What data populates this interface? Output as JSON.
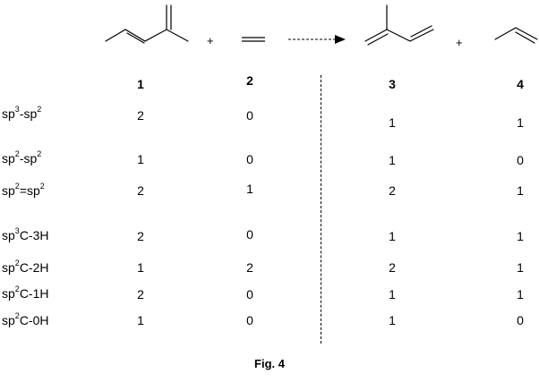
{
  "operators": {
    "plus_left": "+",
    "plus_right": "+"
  },
  "compound_numbers": [
    "1",
    "2",
    "3",
    "4"
  ],
  "rows": [
    {
      "pre": "sp",
      "s1": "3",
      "mid": "-sp",
      "s2": "2",
      "post": "",
      "values": [
        "2",
        "0",
        "1",
        "1"
      ]
    },
    {
      "pre": "sp",
      "s1": "2",
      "mid": "-sp",
      "s2": "2",
      "post": "",
      "values": [
        "1",
        "0",
        "1",
        "0"
      ]
    },
    {
      "pre": "sp",
      "s1": "2",
      "mid": "=sp",
      "s2": "2",
      "post": "",
      "values": [
        "2",
        "1",
        "2",
        "1"
      ]
    },
    {
      "pre": "sp",
      "s1": "3",
      "mid": "C-3H",
      "s2": "",
      "post": "",
      "values": [
        "2",
        "0",
        "1",
        "1"
      ]
    },
    {
      "pre": "sp",
      "s1": "2",
      "mid": "C-2H",
      "s2": "",
      "post": "",
      "values": [
        "1",
        "2",
        "2",
        "1"
      ]
    },
    {
      "pre": "sp",
      "s1": "2",
      "mid": "C-1H",
      "s2": "",
      "post": "",
      "values": [
        "2",
        "0",
        "1",
        "1"
      ]
    },
    {
      "pre": "sp",
      "s1": "2",
      "mid": "C-0H",
      "s2": "",
      "post": "",
      "values": [
        "1",
        "0",
        "1",
        "0"
      ]
    }
  ],
  "caption": "Fig. 4"
}
